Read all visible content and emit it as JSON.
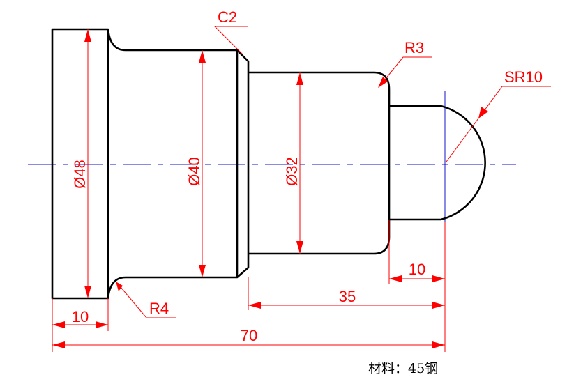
{
  "drawing": {
    "dimensions": {
      "dia_48": "Ø48",
      "dia_40": "Ø40",
      "dia_32": "Ø32",
      "len_10_left": "10",
      "len_10_right": "10",
      "len_35": "35",
      "len_70": "70"
    },
    "callouts": {
      "chamfer": "C2",
      "radius_r3": "R3",
      "radius_r4": "R4",
      "sphere": "SR10"
    },
    "material_note": "材料：45钢"
  },
  "colors": {
    "outline": "#000000",
    "dimension": "#ff0000",
    "centerline": "#1414c8"
  }
}
